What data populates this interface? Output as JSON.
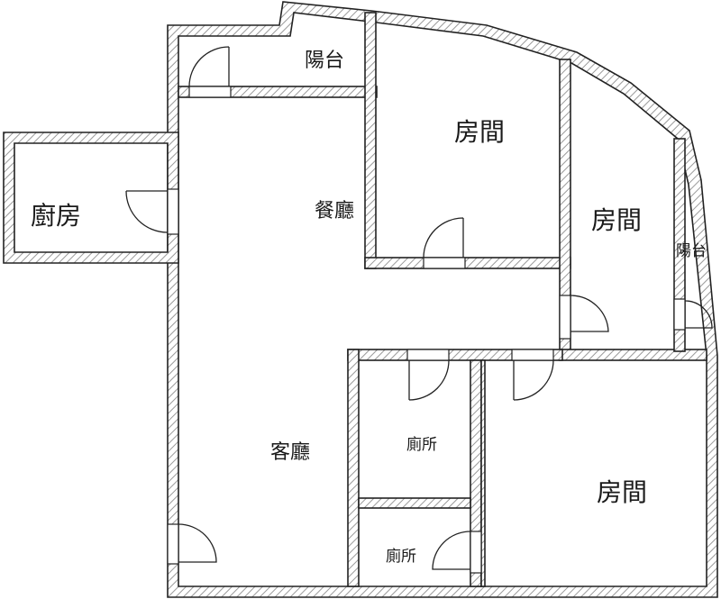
{
  "rooms": {
    "kitchen": "廚房",
    "balcony_top": "陽台",
    "bedroom_top": "房間",
    "dining": "餐廳",
    "bedroom_right": "房間",
    "balcony_right": "陽台",
    "living": "客廳",
    "toilet_upper": "廁所",
    "toilet_lower": "廁所",
    "bedroom_bottom": "房間"
  },
  "colors": {
    "wall_outline": "#222222",
    "hatch": "#9a9a9a",
    "background": "#ffffff"
  }
}
